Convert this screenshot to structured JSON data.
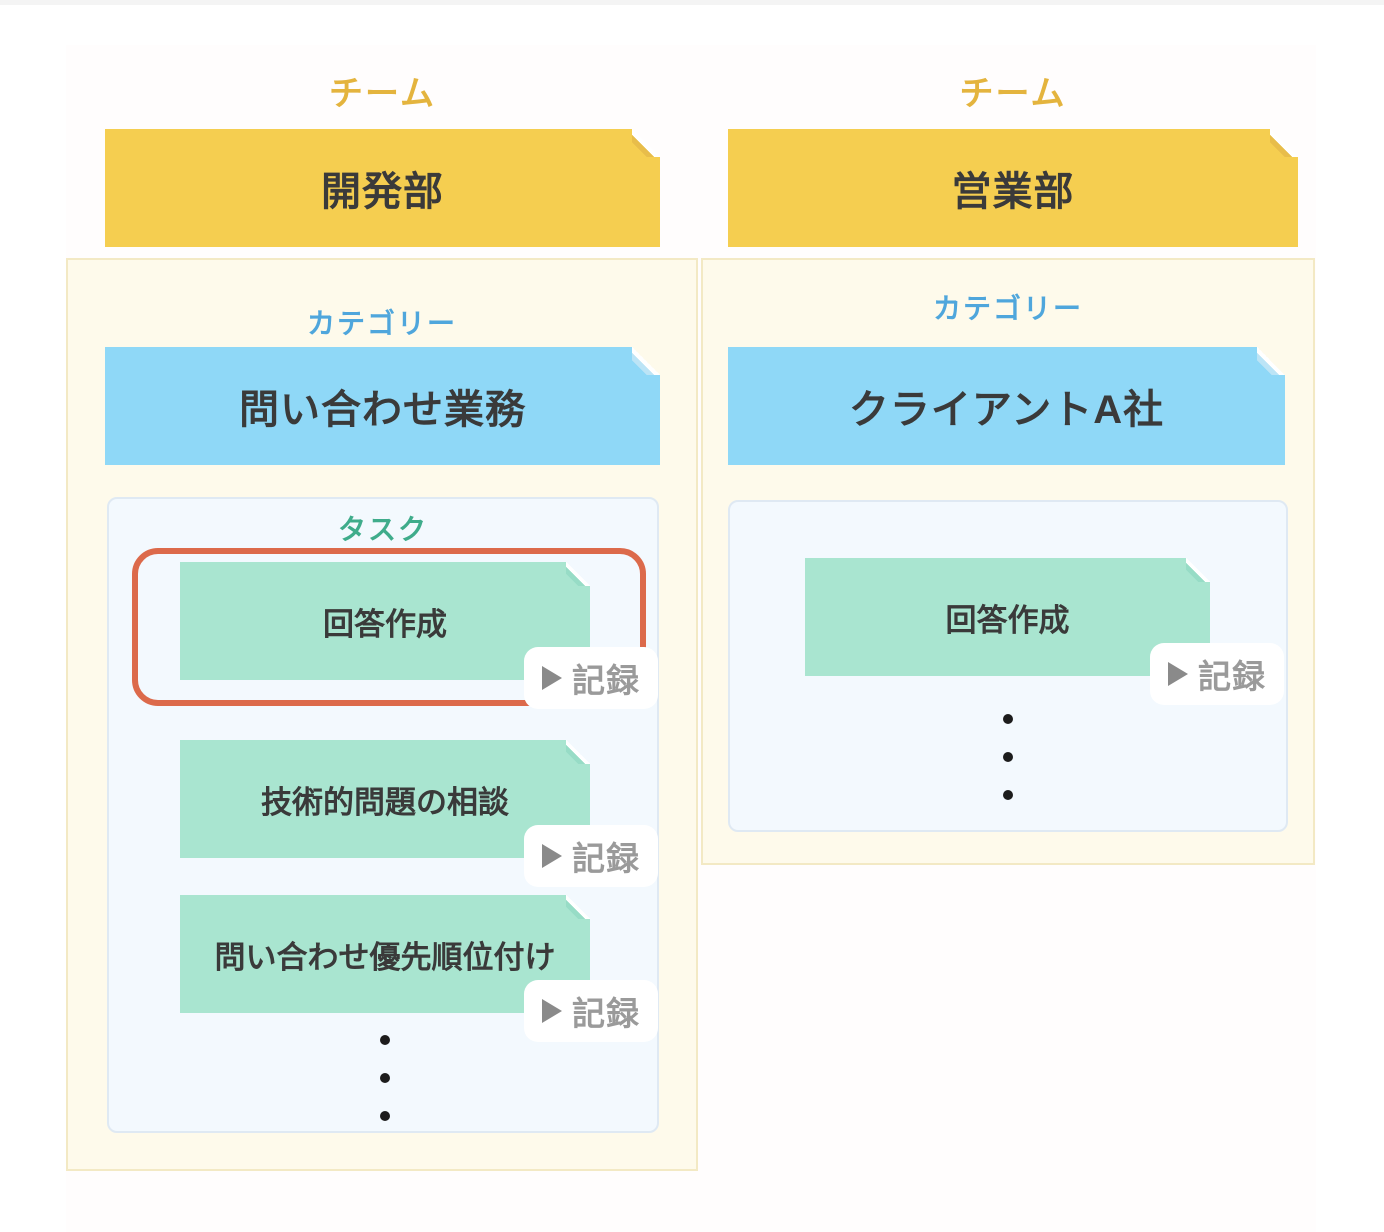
{
  "diagram": {
    "columns": [
      {
        "team": {
          "label": "チーム",
          "name": "開発部"
        },
        "category": {
          "label": "カテゴリー",
          "name": "問い合わせ業務"
        },
        "tasks": {
          "label": "タスク",
          "items": [
            {
              "name": "回答作成",
              "record": "記録",
              "highlighted": true
            },
            {
              "name": "技術的問題の相談",
              "record": "記録",
              "highlighted": false
            },
            {
              "name": "問い合わせ優先順位付け",
              "record": "記録",
              "highlighted": false
            }
          ],
          "more_dots": 3
        }
      },
      {
        "team": {
          "label": "チーム",
          "name": "営業部"
        },
        "category": {
          "label": "カテゴリー",
          "name": "クライアントA社"
        },
        "tasks": {
          "label": "",
          "items": [
            {
              "name": "回答作成",
              "record": "記録",
              "highlighted": false
            }
          ],
          "more_dots": 3
        }
      }
    ],
    "colors": {
      "team_card": "#f5ce50",
      "team_label": "#e4b43e",
      "category_card": "#8fd8f7",
      "category_label": "#4fa6dc",
      "task_card": "#a9e5d0",
      "task_label": "#3fac8b",
      "highlight_border": "#dc6a4b",
      "column_bg": "#fefaeb",
      "task_panel_bg": "#f3f9fe",
      "record_text": "#9a9a9a"
    }
  }
}
